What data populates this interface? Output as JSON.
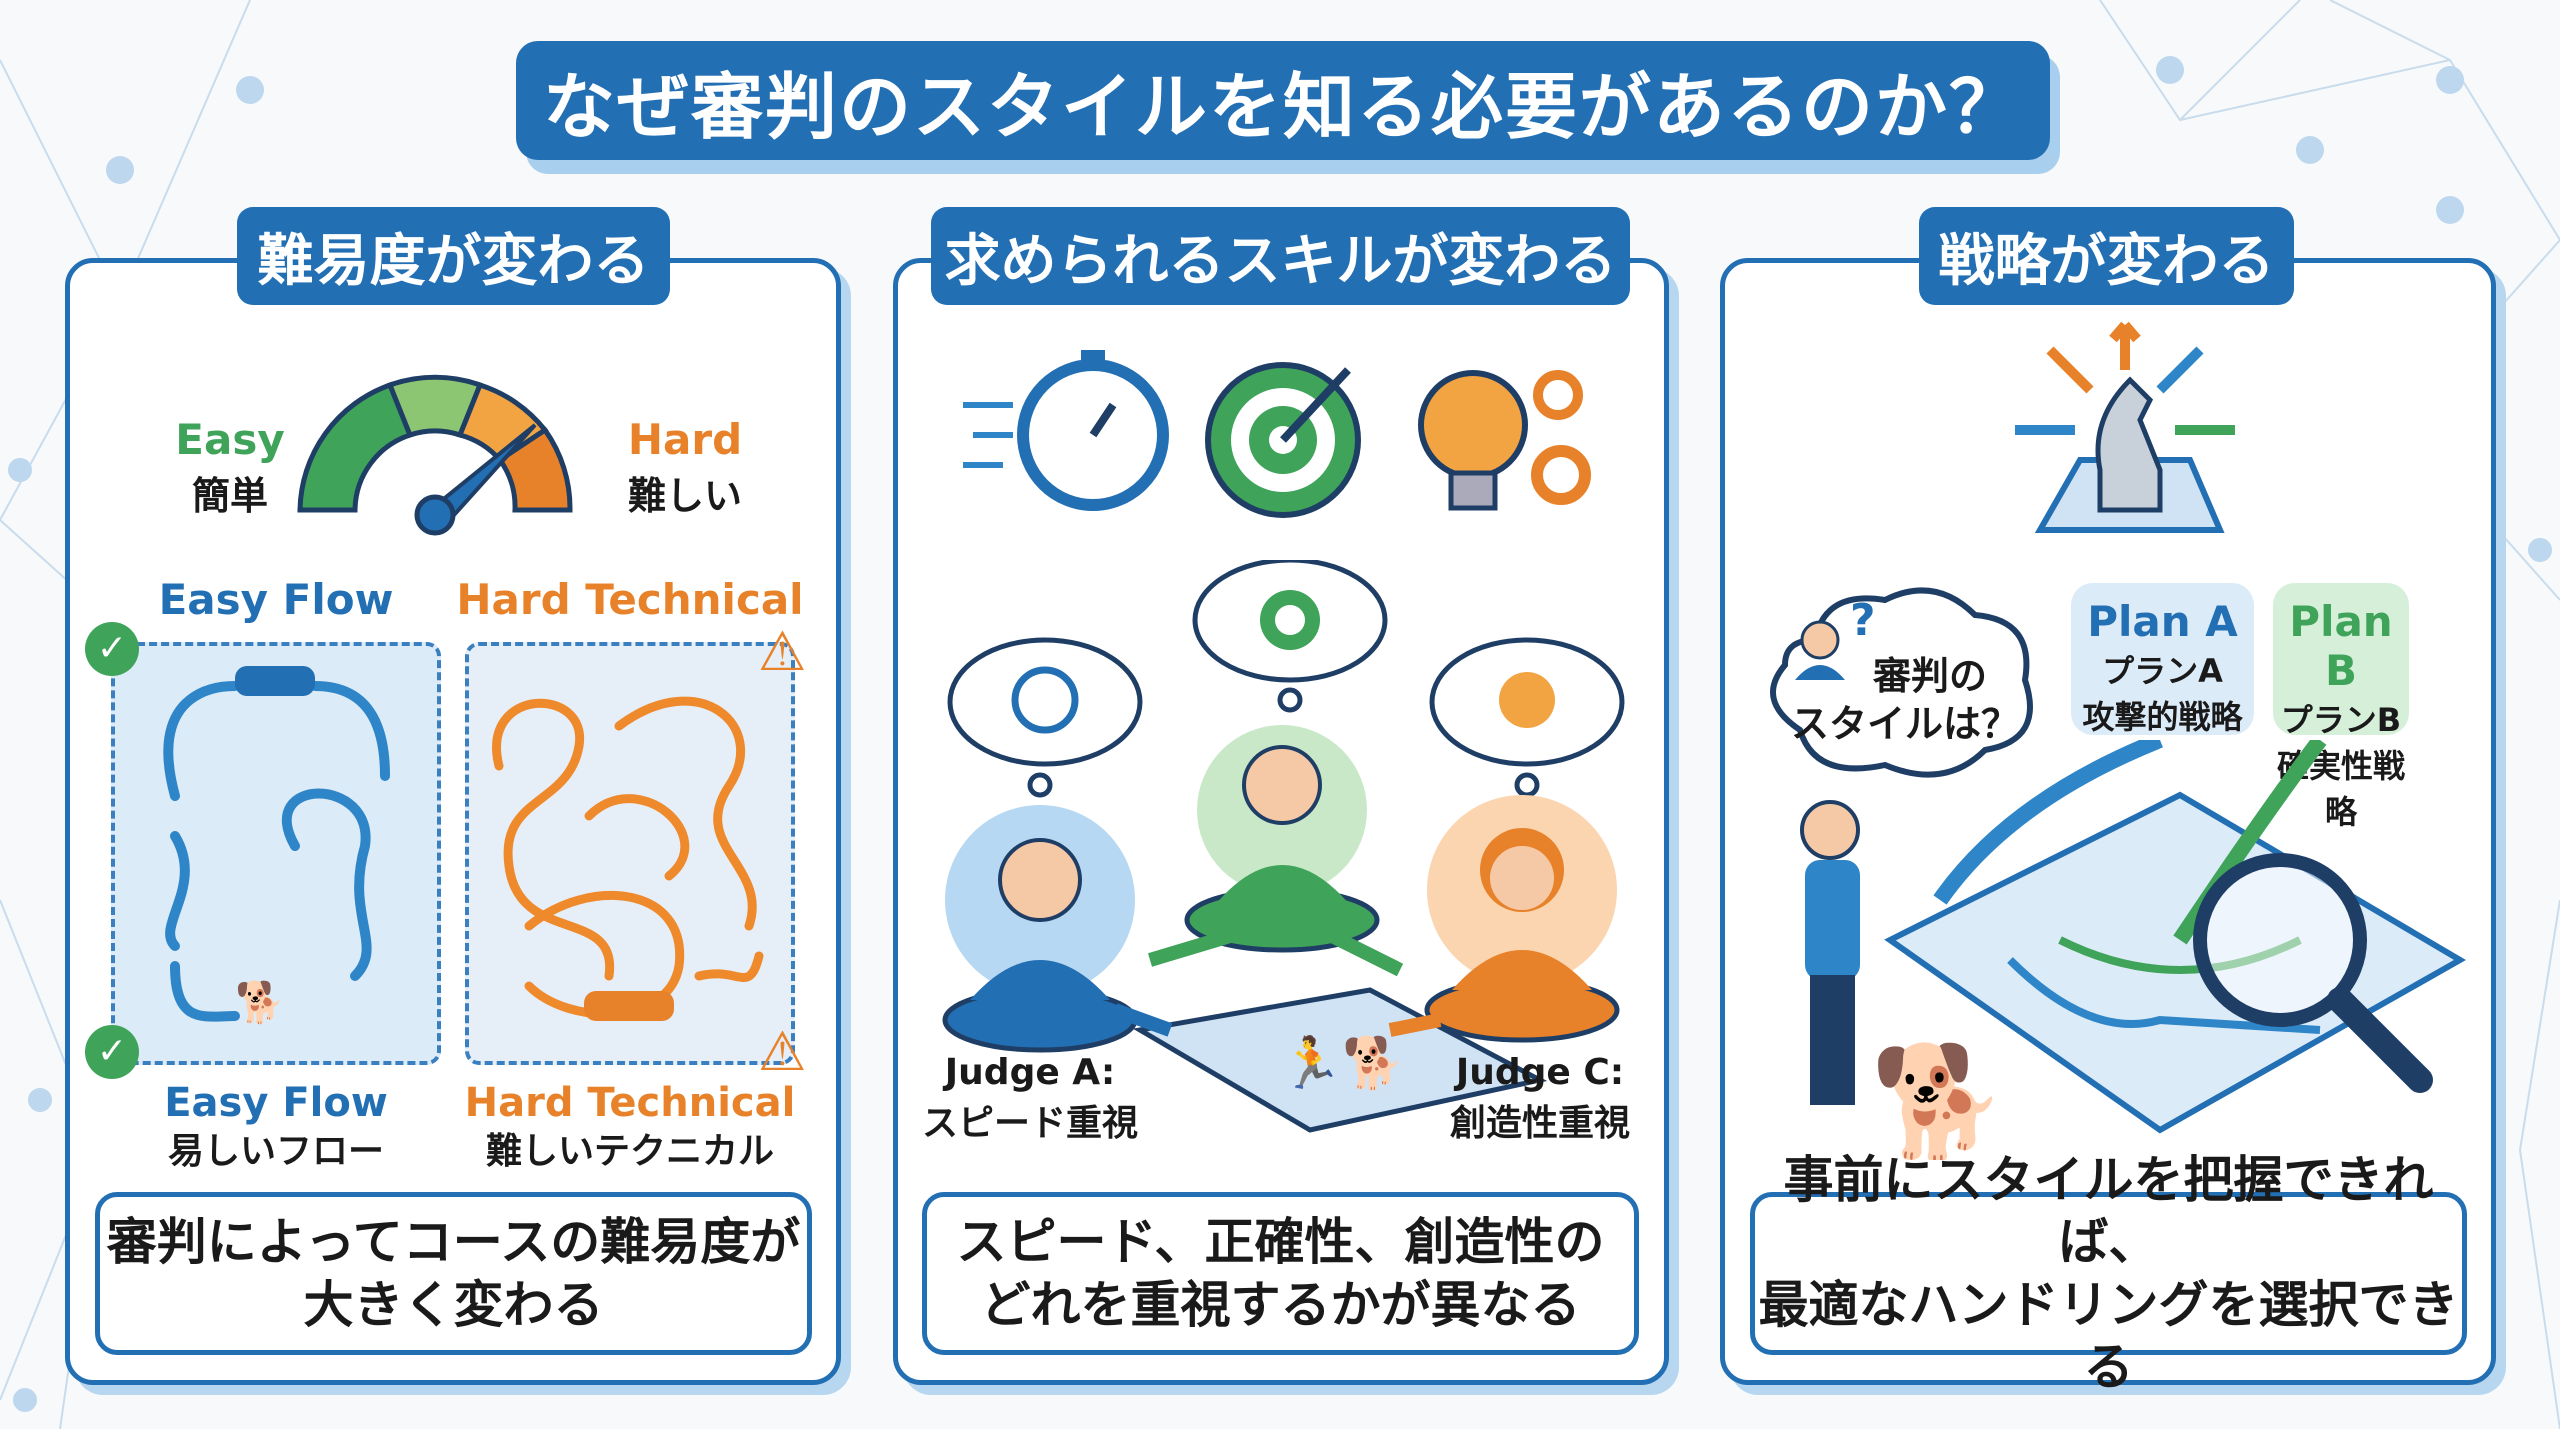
{
  "title": "なぜ審判のスタイルを知る必要があるのか？",
  "panels": [
    {
      "header": "難易度が変わる",
      "gauge": {
        "easy_en": "Easy",
        "easy_ja": "簡単",
        "hard_en": "Hard",
        "hard_ja": "難しい",
        "level": 0.65
      },
      "flows": {
        "easy_title": "Easy Flow",
        "hard_title": "Hard Technical",
        "easy_en": "Easy Flow",
        "easy_ja": "易しいフロー",
        "hard_en": "Hard Technical",
        "hard_ja": "難しいテクニカル"
      },
      "bottom": [
        "審判によってコースの難易度が",
        "大きく変わる"
      ]
    },
    {
      "header": "求められるスキルが変わる",
      "judges": {
        "a_name": "Judge A:",
        "a_desc": "スピード重視",
        "c_name": "Judge C:",
        "c_desc": "創造性重視"
      },
      "bottom": [
        "スピード、正確性、創造性の",
        "どれを重視するかが異なる"
      ]
    },
    {
      "header": "戦略が変わる",
      "thought": [
        "審判の",
        "スタイルは？"
      ],
      "plan_a": {
        "title": "Plan A",
        "ja": "プランA",
        "desc": "攻撃的戦略"
      },
      "plan_b": {
        "title": "Plan B",
        "ja": "プランB",
        "desc": "確実性戦略"
      },
      "bottom": [
        "事前にスタイルを把握できれば、",
        "最適なハンドリングを選択できる"
      ]
    }
  ],
  "colors": {
    "primary": "#236fb4",
    "green": "#3fa35a",
    "orange": "#e8822a",
    "light_blue": "#dcebf8"
  }
}
